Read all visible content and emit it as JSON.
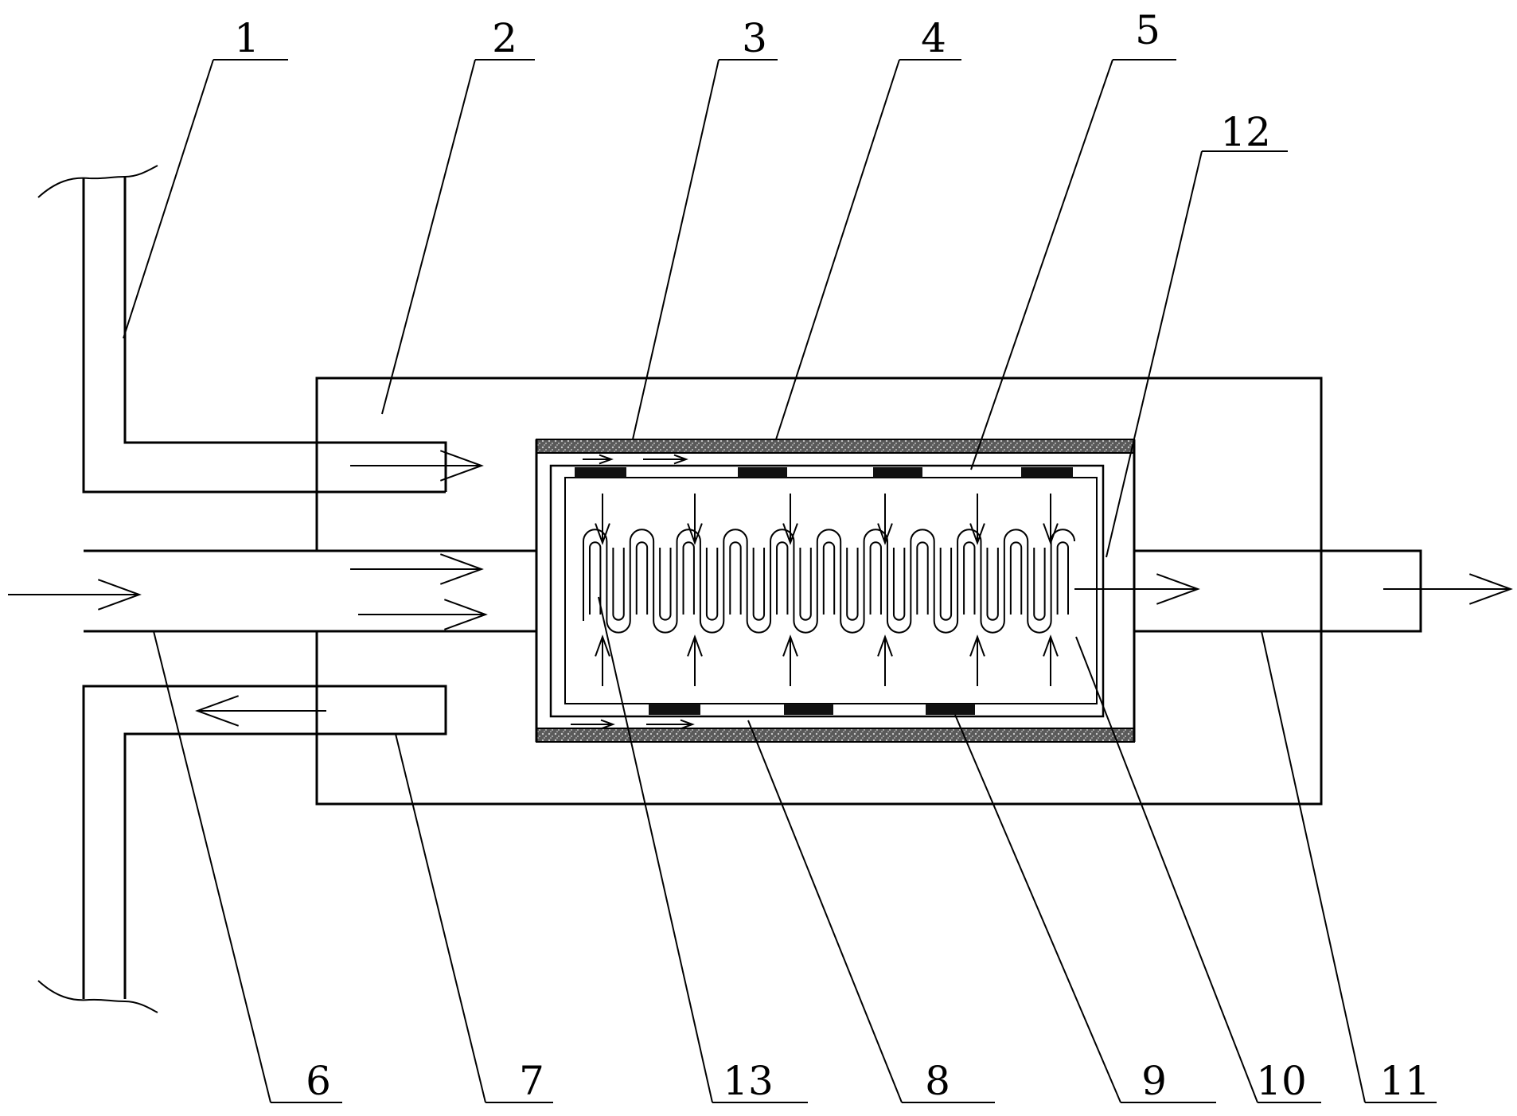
{
  "labels": {
    "l1": "1",
    "l2": "2",
    "l3": "3",
    "l4": "4",
    "l5": "5",
    "l6": "6",
    "l7": "7",
    "l8": "8",
    "l9": "9",
    "l10": "10",
    "l11": "11",
    "l12": "12",
    "l13": "13"
  },
  "colors": {
    "line": "#000000",
    "background": "#ffffff",
    "insulation": "#4a4a4a"
  }
}
